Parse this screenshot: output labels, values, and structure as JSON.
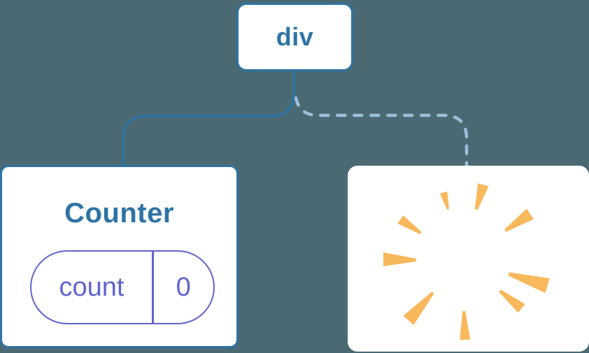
{
  "diagram": {
    "background_color": "#4b6973",
    "root_node": {
      "label": "div"
    },
    "counter_node": {
      "title": "Counter",
      "state_badge": {
        "name": "count",
        "value": "0"
      }
    },
    "destroyed_node": {
      "icon": "poof-icon"
    },
    "connectors": {
      "left": {
        "style": "solid"
      },
      "right": {
        "style": "dashed"
      }
    }
  },
  "colors": {
    "background": "#4b6973",
    "node_blue": "#2e74a4",
    "dashed_line_blue": "#9dc0da",
    "state_purple": "#6164cc",
    "poof_orange": "#f8b85c"
  }
}
